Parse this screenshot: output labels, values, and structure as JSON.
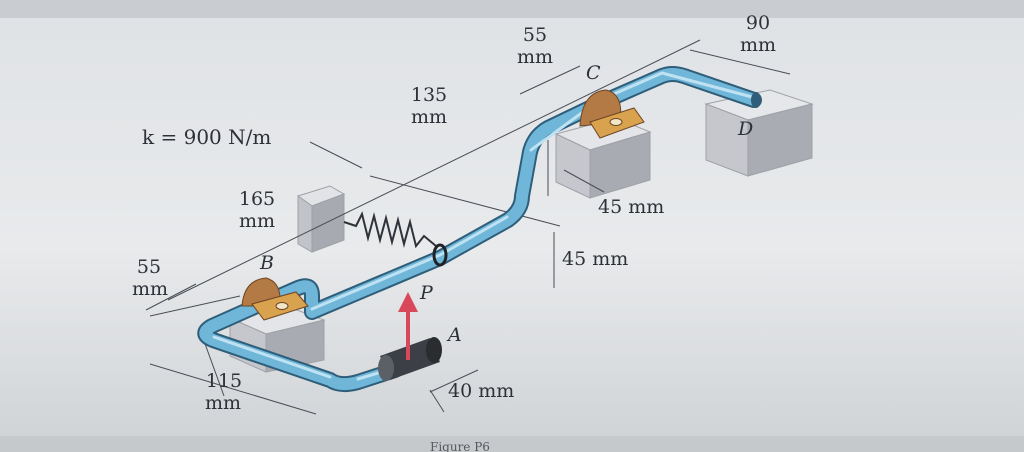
{
  "labels": {
    "dim_55_top_value": "55",
    "dim_55_top_unit": "mm",
    "dim_90_value": "90",
    "dim_90_unit": "mm",
    "dim_135_value": "135",
    "dim_135_unit": "mm",
    "spring_constant": "k = 900 N/m",
    "dim_165_value": "165",
    "dim_165_unit": "mm",
    "dim_55_left_value": "55",
    "dim_55_left_unit": "mm",
    "dim_115_value": "115",
    "dim_115_unit": "mm",
    "dim_45_upper": "45 mm",
    "dim_45_lower": "45 mm",
    "dim_40": "40 mm",
    "point_B": "B",
    "point_C": "C",
    "point_D": "D",
    "point_A": "A",
    "force_P": "P",
    "figure_caption": "Figure P6"
  },
  "colors": {
    "rod": "#6fb6d8",
    "rod_outline": "#2f5e7a",
    "bearing": "#b47a45",
    "block": "#d4d6da",
    "force_arrow": "#d8485a"
  }
}
